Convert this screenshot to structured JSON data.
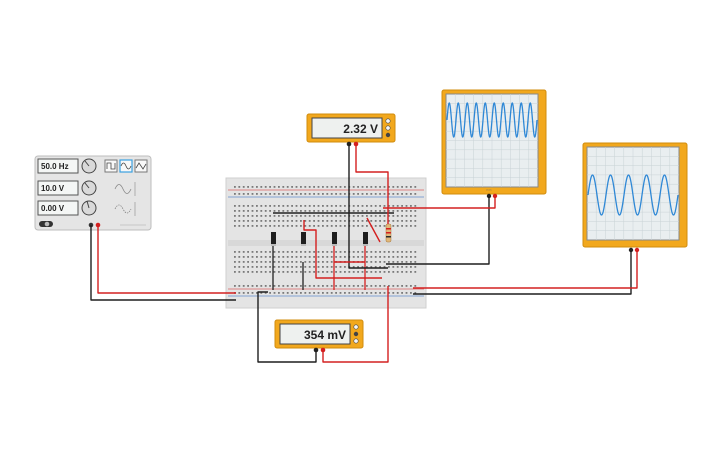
{
  "function_generator": {
    "frequency": "50.0 Hz",
    "amplitude": "10.0 V",
    "offset": "0.00 V",
    "waveforms": [
      "square",
      "sine",
      "triangle"
    ],
    "selected_waveform": "sine",
    "power": "off"
  },
  "multimeter_top": {
    "reading": "2.32 V"
  },
  "multimeter_bottom": {
    "reading": "354 mV"
  },
  "oscilloscope_1": {
    "waveform": "sine",
    "cycles": 10
  },
  "oscilloscope_2": {
    "waveform": "sine",
    "cycles": 5
  },
  "colors": {
    "device_frame": "#f2a81d",
    "wire_red": "#d42020",
    "wire_black": "#1e1e1e",
    "trace": "#2f88d6",
    "scope_screen": "#e9eef0",
    "breadboard": "#e4e4e4",
    "fg_body": "#e5e5e5"
  }
}
